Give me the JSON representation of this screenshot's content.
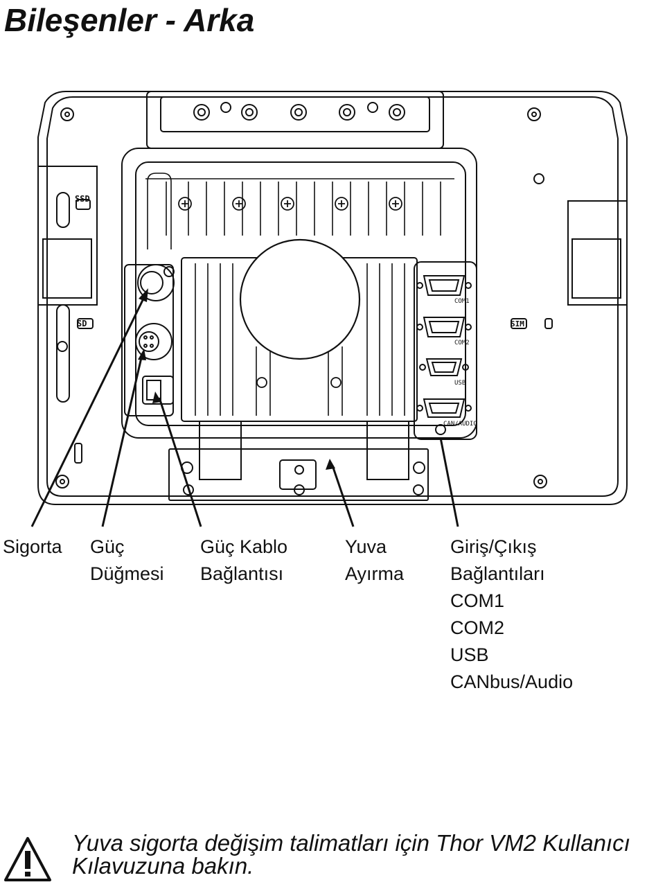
{
  "title": "Bileşenler - Arka",
  "device_labels": {
    "ssd": "SSD",
    "sd": "SD",
    "sim": "SIM",
    "com1": "COM1",
    "com2": "COM2",
    "usb": "USB",
    "canaudio": "CAN/AUDIO"
  },
  "callouts": {
    "sigorta": "Sigorta",
    "guc_line1": "Güç",
    "guc_line2": "Düğmesi",
    "kablo_line1": "Güç Kablo",
    "kablo_line2": "Bağlantısı",
    "yuva_line1": "Yuva",
    "yuva_line2": "Ayırma",
    "io_line1": "Giriş/Çıkış",
    "io_line2": "Bağlantıları",
    "io_com1": "COM1",
    "io_com2": "COM2",
    "io_usb": "USB",
    "io_canbus": "CANbus/Audio"
  },
  "note": "Yuva sigorta değişim talimatları için Thor VM2 Kullanıcı Kılavuzuna bakın.",
  "icons": [
    "warning-triangle-icon"
  ]
}
